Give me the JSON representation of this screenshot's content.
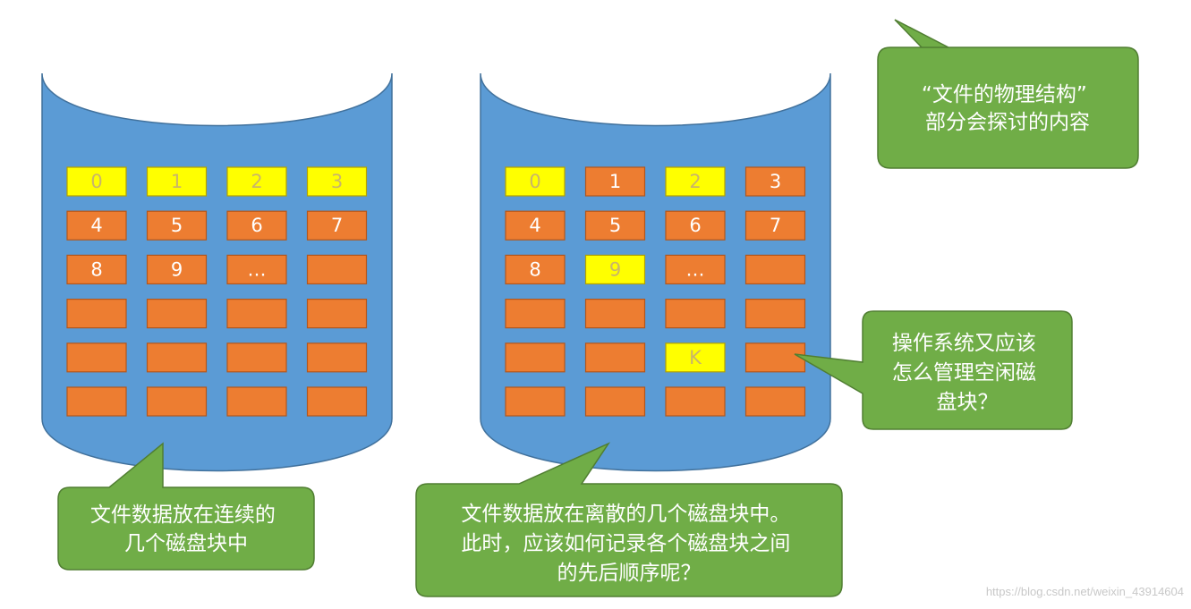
{
  "colors": {
    "disk": "#5b9bd5",
    "block_used": "#ffff00",
    "block_free": "#ed7d31",
    "callout": "#70ad47",
    "callout_border": "#507e32",
    "block_border": "#b2561c"
  },
  "disk_left": {
    "rows": [
      [
        {
          "label": "0",
          "state": "yellow"
        },
        {
          "label": "1",
          "state": "yellow"
        },
        {
          "label": "2",
          "state": "yellow"
        },
        {
          "label": "3",
          "state": "yellow"
        }
      ],
      [
        {
          "label": "4",
          "state": "orange"
        },
        {
          "label": "5",
          "state": "orange"
        },
        {
          "label": "6",
          "state": "orange"
        },
        {
          "label": "7",
          "state": "orange"
        }
      ],
      [
        {
          "label": "8",
          "state": "orange"
        },
        {
          "label": "9",
          "state": "orange"
        },
        {
          "label": "…",
          "state": "orange"
        },
        {
          "label": "",
          "state": "orange"
        }
      ],
      [
        {
          "label": "",
          "state": "orange"
        },
        {
          "label": "",
          "state": "orange"
        },
        {
          "label": "",
          "state": "orange"
        },
        {
          "label": "",
          "state": "orange"
        }
      ],
      [
        {
          "label": "",
          "state": "orange"
        },
        {
          "label": "",
          "state": "orange"
        },
        {
          "label": "",
          "state": "orange"
        },
        {
          "label": "",
          "state": "orange"
        }
      ],
      [
        {
          "label": "",
          "state": "orange"
        },
        {
          "label": "",
          "state": "orange"
        },
        {
          "label": "",
          "state": "orange"
        },
        {
          "label": "",
          "state": "orange"
        }
      ]
    ]
  },
  "disk_right": {
    "rows": [
      [
        {
          "label": "0",
          "state": "yellow"
        },
        {
          "label": "1",
          "state": "orange"
        },
        {
          "label": "2",
          "state": "yellow"
        },
        {
          "label": "3",
          "state": "orange"
        }
      ],
      [
        {
          "label": "4",
          "state": "orange"
        },
        {
          "label": "5",
          "state": "orange"
        },
        {
          "label": "6",
          "state": "orange"
        },
        {
          "label": "7",
          "state": "orange"
        }
      ],
      [
        {
          "label": "8",
          "state": "orange"
        },
        {
          "label": "9",
          "state": "yellow"
        },
        {
          "label": "…",
          "state": "orange"
        },
        {
          "label": "",
          "state": "orange"
        }
      ],
      [
        {
          "label": "",
          "state": "orange"
        },
        {
          "label": "",
          "state": "orange"
        },
        {
          "label": "",
          "state": "orange"
        },
        {
          "label": "",
          "state": "orange"
        }
      ],
      [
        {
          "label": "",
          "state": "orange"
        },
        {
          "label": "",
          "state": "orange"
        },
        {
          "label": "K",
          "state": "yellow"
        },
        {
          "label": "",
          "state": "orange"
        }
      ],
      [
        {
          "label": "",
          "state": "orange"
        },
        {
          "label": "",
          "state": "orange"
        },
        {
          "label": "",
          "state": "orange"
        },
        {
          "label": "",
          "state": "orange"
        }
      ]
    ]
  },
  "callouts": {
    "physical_structure": [
      "“文件的物理结构”",
      "部分会探讨的内容"
    ],
    "free_space": [
      "操作系统又应该",
      "怎么管理空闲磁",
      "盘块？"
    ],
    "contiguous": [
      "文件数据放在连续的",
      "几个磁盘块中"
    ],
    "scattered": [
      "文件数据放在离散的几个磁盘块中。",
      "此时，应该如何记录各个磁盘块之间",
      "的先后顺序呢？"
    ]
  },
  "watermark": "https://blog.csdn.net/weixin_43914604"
}
